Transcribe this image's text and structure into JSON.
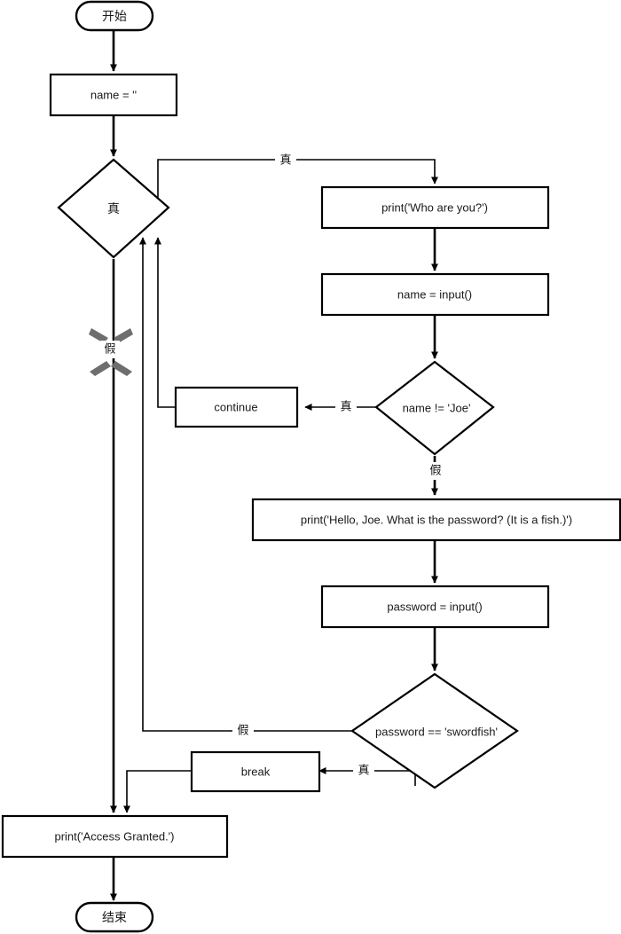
{
  "diagram": {
    "title": "Python while-loop login flowchart",
    "language": "zh-CN",
    "background_color": "#ffffff",
    "line_color": "#000000",
    "burst_color": "#6e6e6e"
  },
  "nodes": {
    "start": {
      "label": "开始",
      "type": "terminal"
    },
    "name_init": {
      "label": "name = ''",
      "type": "process"
    },
    "while_cond": {
      "label": "真",
      "type": "decision"
    },
    "print_who": {
      "label": "print('Who are you?')",
      "type": "process"
    },
    "name_input": {
      "label": "name = input()",
      "type": "process"
    },
    "name_check": {
      "label": "name != 'Joe'",
      "type": "decision"
    },
    "continue_stmt": {
      "label": "continue",
      "type": "process"
    },
    "print_hello": {
      "label": "print('Hello, Joe. What is the password? (It is a fish.)')",
      "type": "process"
    },
    "password_input": {
      "label": "password = input()",
      "type": "process"
    },
    "password_check": {
      "label": "password == 'swordfish'",
      "type": "decision"
    },
    "break_stmt": {
      "label": "break",
      "type": "process"
    },
    "print_granted": {
      "label": "print('Access Granted.')",
      "type": "process"
    },
    "end": {
      "label": "结束",
      "type": "terminal"
    }
  },
  "edge_labels": {
    "while_true": "真",
    "while_false": "假",
    "name_check_true": "真",
    "name_check_false": "假",
    "password_true": "真",
    "password_false": "假"
  },
  "edges": [
    {
      "from": "start",
      "to": "name_init",
      "label": ""
    },
    {
      "from": "name_init",
      "to": "while_cond",
      "label": ""
    },
    {
      "from": "while_cond",
      "to": "print_who",
      "label": "真"
    },
    {
      "from": "while_cond",
      "to": "print_granted",
      "label": "假"
    },
    {
      "from": "print_who",
      "to": "name_input",
      "label": ""
    },
    {
      "from": "name_input",
      "to": "name_check",
      "label": ""
    },
    {
      "from": "name_check",
      "to": "continue_stmt",
      "label": "真"
    },
    {
      "from": "name_check",
      "to": "print_hello",
      "label": "假"
    },
    {
      "from": "continue_stmt",
      "to": "while_cond",
      "label": ""
    },
    {
      "from": "print_hello",
      "to": "password_input",
      "label": ""
    },
    {
      "from": "password_input",
      "to": "password_check",
      "label": ""
    },
    {
      "from": "password_check",
      "to": "break_stmt",
      "label": "真"
    },
    {
      "from": "password_check",
      "to": "while_cond",
      "label": "假"
    },
    {
      "from": "break_stmt",
      "to": "print_granted",
      "label": ""
    },
    {
      "from": "print_granted",
      "to": "end",
      "label": ""
    }
  ]
}
